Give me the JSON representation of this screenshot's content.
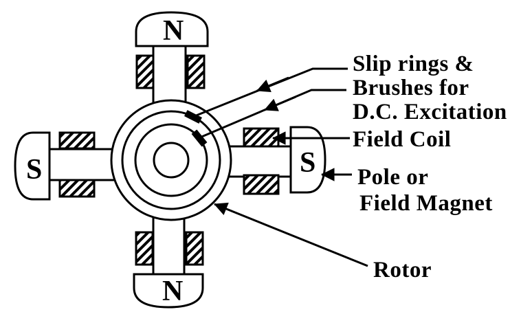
{
  "colors": {
    "ink": "#000000",
    "paper": "#ffffff"
  },
  "pole_labels": {
    "top": "N",
    "bottom": "N",
    "left": "S",
    "right": "S"
  },
  "callouts": {
    "slip_rings": {
      "line1": "Slip rings &",
      "line2": "Brushes for",
      "line3": "D.C. Excitation"
    },
    "field_coil": "Field Coil",
    "pole_magnet": {
      "line1": "Pole or",
      "line2": "Field Magnet"
    },
    "rotor": "Rotor"
  }
}
